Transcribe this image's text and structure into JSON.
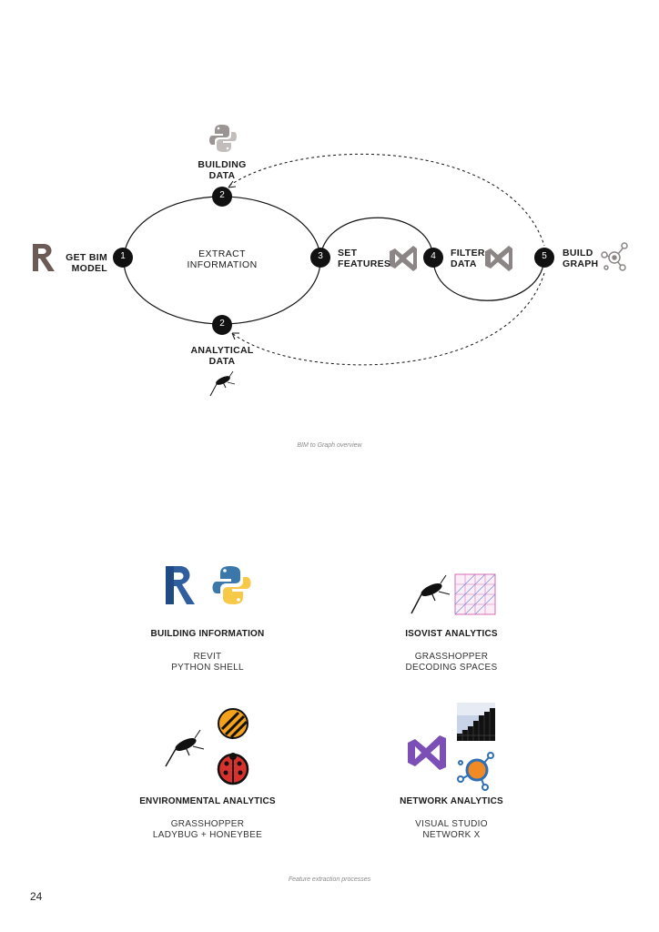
{
  "diagram": {
    "steps": [
      {
        "number": "1",
        "label_line1": "GET BIM",
        "label_line2": "MODEL"
      },
      {
        "number": "2",
        "label_line1": "BUILDING",
        "label_line2": "DATA"
      },
      {
        "number": "2",
        "label_line1": "ANALYTICAL",
        "label_line2": "DATA"
      },
      {
        "number": "3",
        "label_line1": "SET",
        "label_line2": "FEATURES"
      },
      {
        "number": "4",
        "label_line1": "FILTER",
        "label_line2": "DATA"
      },
      {
        "number": "5",
        "label_line1": "BUILD",
        "label_line2": "GRAPH"
      }
    ],
    "center_label_line1": "EXTRACT",
    "center_label_line2": "INFORMATION",
    "caption": "BIM to Graph overview",
    "icons": [
      "revit-icon",
      "python-icon",
      "grasshopper-icon",
      "visual-studio-icon",
      "graph-icon"
    ]
  },
  "sections": [
    {
      "title": "BUILDING INFORMATION",
      "tool1": "REVIT",
      "tool2": "PYTHON SHELL",
      "icons": [
        "revit-icon",
        "python-icon"
      ]
    },
    {
      "title": "ISOVIST ANALYTICS",
      "tool1": "GRASSHOPPER",
      "tool2": "DECODING SPACES",
      "icons": [
        "grasshopper-icon",
        "decoding-spaces-icon"
      ]
    },
    {
      "title": "ENVIRONMENTAL ANALYTICS",
      "tool1": "GRASSHOPPER",
      "tool2": "LADYBUG + HONEYBEE",
      "icons": [
        "grasshopper-icon",
        "honeybee-icon",
        "ladybug-icon"
      ]
    },
    {
      "title": "NETWORK ANALYTICS",
      "tool1": "VISUAL STUDIO",
      "tool2": "NETWORK X",
      "icons": [
        "visual-studio-icon",
        "heatmap-icon",
        "networkx-icon"
      ]
    }
  ],
  "caption2": "Feature extraction processes",
  "page_number": "24",
  "colors": {
    "node": "#111111",
    "python_blue": "#3b77a8",
    "python_yellow": "#f7c948",
    "revit_blue": "#2f5f9e",
    "vs_purple": "#7b4fb5",
    "networkx_orange": "#f08a24",
    "ladybug_red": "#d8322f",
    "honeybee_orange": "#f4a21b"
  }
}
